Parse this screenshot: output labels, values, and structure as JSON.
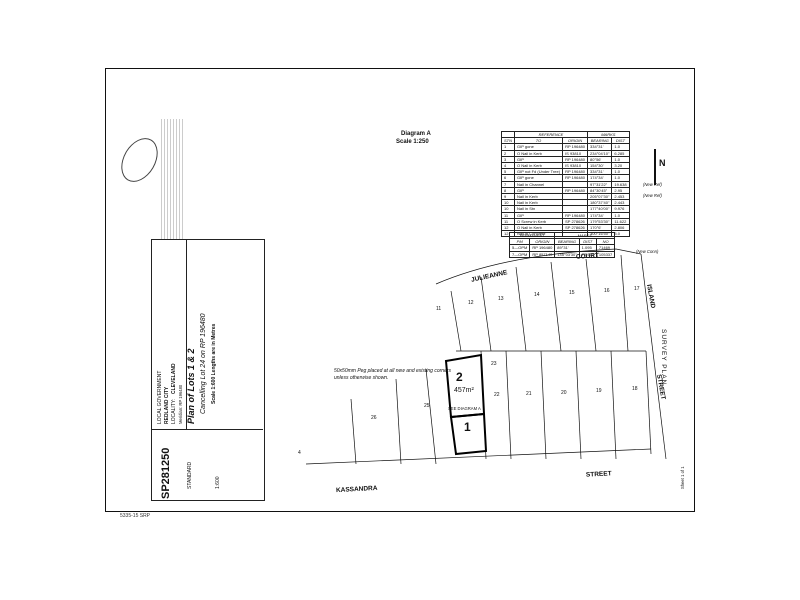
{
  "diagram": {
    "title": "Diagram A",
    "scale": "Scale 1:250"
  },
  "reference_table": {
    "headers": [
      "STN",
      "TO",
      "ORIGIN",
      "BEARING",
      "DIST"
    ],
    "group_labels": {
      "reference": "REFERENCE",
      "marks": "MARKS"
    },
    "rows": [
      [
        "1",
        "GIP gone",
        "RP 196480",
        "334°31'",
        "1.0"
      ],
      [
        "2",
        "O Nail in Kerb",
        "IS 93810",
        "234°04'10\"",
        "6.285"
      ],
      [
        "3",
        "GIP",
        "RP 196480",
        "80°56'",
        "1.0"
      ],
      [
        "4",
        "O Nail in Kerb",
        "IS 93810",
        "154°30'",
        "3.20"
      ],
      [
        "5",
        "GIP not Fd (Under Tree)",
        "RP 196480",
        "334°31'",
        "1.0"
      ],
      [
        "6",
        "GIP gone",
        "RP 196480",
        "174°34'",
        "1.0"
      ],
      [
        "7",
        "Nail in Channel",
        "",
        "97°31'22\"",
        "19.638"
      ],
      [
        "8",
        "GIP",
        "RP 196480",
        "84°30'45\"",
        "2.95"
      ],
      [
        "9",
        "Nail in Kerb",
        "",
        "205°07'30\"",
        "2.453"
      ],
      [
        "10",
        "Nail in Kerb",
        "",
        "180°37'40\"",
        "2.443"
      ],
      [
        "10",
        "Nail in Stn",
        "",
        "177°40'00\"",
        "9.976"
      ],
      [
        "11",
        "GIP",
        "RP 196480",
        "174°34'",
        "1.0"
      ],
      [
        "11",
        "O Screw in Kerb",
        "SP 278626",
        "179°53'30\"",
        "11.622"
      ],
      [
        "12",
        "O Nail in Kerb",
        "SP 278626",
        "170°6'",
        "2.806"
      ],
      [
        "12",
        "Nail in Concrete",
        "",
        "300°16'50\"",
        "3.0"
      ]
    ]
  },
  "permanent_table": {
    "group_labels": {
      "permanent": "PERMANENT",
      "marks": "MARKS"
    },
    "headers": [
      "PM",
      "ORIGIN",
      "BEARING",
      "DIST",
      "NO"
    ],
    "rows": [
      [
        "5—OPM",
        "RP 196480",
        "89°31'",
        "1.095",
        "71469"
      ],
      [
        "7—OPM",
        "RP 857140",
        "145°03'30\"",
        "72.935",
        "105337"
      ]
    ],
    "new_ref": "(New Ref)",
    "new_conn": "(New Conn)"
  },
  "plan": {
    "title": "Plan of Lots 1 & 2",
    "cancelling": "Cancelling Lot 24 on RP 196480",
    "scale_note": "Scale 1:600  Lengths are in Metres",
    "local_government": "LOCAL GOVERNMENT",
    "council": "REDLAND CITY",
    "locality_label": "LOCALITY:",
    "locality": "CLEVELAND",
    "meridian": "Meridian: RP 196480",
    "plan_number": "SP281250",
    "standard": "STANDARD",
    "scale": "1:600",
    "sheet": "Sheet 1 of 1"
  },
  "streets": {
    "julieanne": "JULIEANNE",
    "court": "COURT",
    "island": "ISLAND",
    "street_right": "STREET",
    "kassandra": "KASSANDRA",
    "street_bottom": "STREET",
    "survey_plan": "SURVEY PLAN"
  },
  "lots": {
    "lot2": {
      "number": "2",
      "area": "457m²"
    },
    "lot1": {
      "number": "1"
    },
    "neighbours": [
      "11",
      "12",
      "13",
      "14",
      "15",
      "16",
      "17",
      "18",
      "19",
      "20",
      "21",
      "22",
      "23",
      "25",
      "26",
      "4"
    ]
  },
  "notes": {
    "peg_note_1": "50x50mm Peg placed at all new and existing corners",
    "peg_note_2": "unless otherwise shown.",
    "see_diagram": "SEE DIAGRAM A",
    "footer": "5335-15 SRP"
  },
  "colors": {
    "ink": "#111111",
    "paper": "#ffffff",
    "stamp": "#444444"
  }
}
